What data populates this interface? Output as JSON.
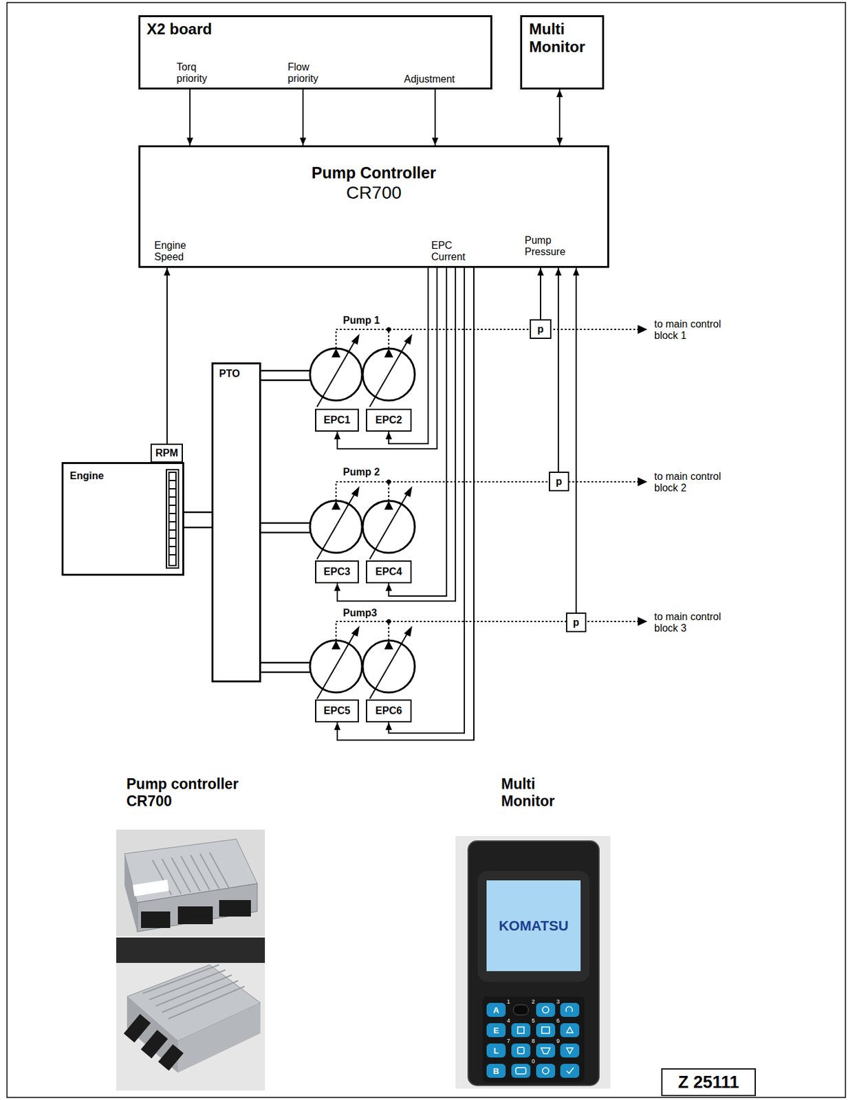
{
  "diagram": {
    "nodes": [
      {
        "text": [
          "X2 board",
          "Torq priority",
          "Flow priority",
          "Adjustment"
        ]
      },
      {
        "text": [
          "Multi Monitor"
        ]
      },
      {
        "text": [
          "Pump Controller",
          "CR700",
          "Engine Speed",
          "EPC Current",
          "Pump Pressure"
        ]
      },
      {
        "text": [
          "PTO"
        ]
      },
      {
        "text": [
          "RPM"
        ]
      },
      {
        "text": [
          "Engine"
        ]
      },
      {
        "text": [
          "EPC1"
        ]
      },
      {
        "text": [
          "EPC2"
        ]
      },
      {
        "text": [
          "EPC3"
        ]
      },
      {
        "text": [
          "EPC4"
        ]
      },
      {
        "text": [
          "EPC5"
        ]
      },
      {
        "text": [
          "EPC6"
        ]
      },
      {
        "text": [
          "p"
        ]
      },
      {
        "text": [
          "p"
        ]
      },
      {
        "text": [
          "p"
        ]
      },
      {
        "text": [
          "Z 25111"
        ]
      }
    ],
    "edges": [
      {
        "from": 0,
        "to": 2,
        "arrow": "to"
      },
      {
        "from": 0,
        "to": 2,
        "arrow": "to"
      },
      {
        "from": 0,
        "to": 2,
        "arrow": "to"
      },
      {
        "from": 1,
        "to": 2,
        "arrow": "both"
      },
      {
        "from": 4,
        "to": 2,
        "arrow": "to"
      },
      {
        "from": 2,
        "to": 6,
        "arrow": "to"
      },
      {
        "from": 2,
        "to": 7,
        "arrow": "to"
      },
      {
        "from": 2,
        "to": 8,
        "arrow": "to"
      },
      {
        "from": 2,
        "to": 9,
        "arrow": "to"
      },
      {
        "from": 2,
        "to": 10,
        "arrow": "to"
      },
      {
        "from": 2,
        "to": 11,
        "arrow": "to"
      },
      {
        "from": 12,
        "to": 2,
        "arrow": "to"
      },
      {
        "from": 13,
        "to": 2,
        "arrow": "to"
      },
      {
        "from": 14,
        "to": 2,
        "arrow": "to"
      },
      {
        "from": 5,
        "to": 3,
        "arrow": "none"
      }
    ],
    "labels": [
      "Pump 1",
      "Pump 2",
      "Pump3",
      "to main control block 1",
      "to main control block 2",
      "to main control block 3",
      "Pump controller CR700",
      "Multi Monitor",
      "KOMATSU",
      "A",
      "E",
      "L",
      "B",
      "1",
      "2",
      "3",
      "4",
      "5",
      "6",
      "7",
      "8",
      "9",
      "0"
    ]
  }
}
